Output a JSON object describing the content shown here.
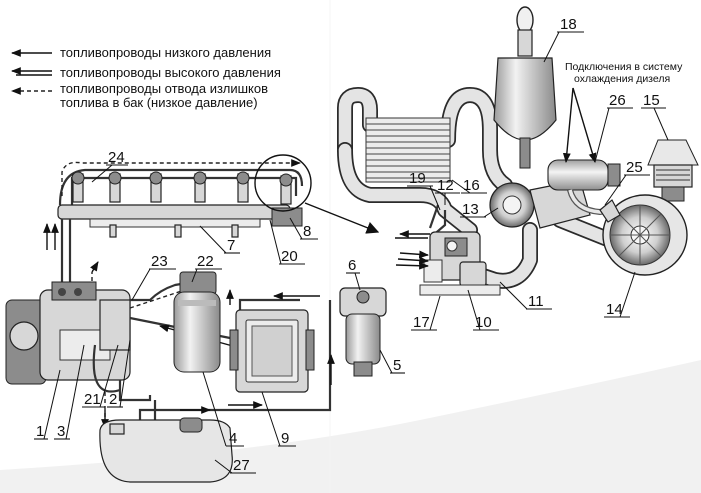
{
  "legend": {
    "low_pressure": "топливопроводы низкого давления",
    "high_pressure": "топливопроводы высокого давления",
    "drain_line1": "топливопроводы отвода излишков",
    "drain_line2": "топлива в бак (низкое давление)"
  },
  "cooling_note": {
    "line1": "Подключения в систему",
    "line2": "охлаждения дизеля"
  },
  "labels": {
    "n1": "1",
    "n2": "2",
    "n3": "3",
    "n4": "4",
    "n5": "5",
    "n6": "6",
    "n7": "7",
    "n8": "8",
    "n9": "9",
    "n10": "10",
    "n11": "11",
    "n12": "12",
    "n13": "13",
    "n14": "14",
    "n15": "15",
    "n16": "16",
    "n17": "17",
    "n18": "18",
    "n19": "19",
    "n20": "20",
    "n21": "21",
    "n22": "22",
    "n23": "23",
    "n24": "24",
    "n25": "25",
    "n26": "26",
    "n27": "27"
  }
}
